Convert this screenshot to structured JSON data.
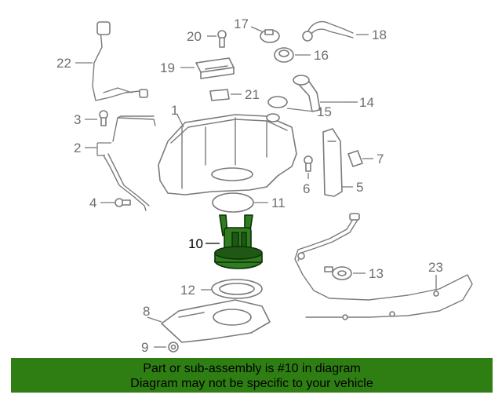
{
  "callouts": {
    "c1": "1",
    "c2": "2",
    "c3": "3",
    "c4": "4",
    "c5": "5",
    "c6": "6",
    "c7": "7",
    "c8": "8",
    "c9": "9",
    "c10": "10",
    "c11": "11",
    "c12": "12",
    "c13": "13",
    "c14": "14",
    "c15": "15",
    "c16": "16",
    "c17": "17",
    "c18": "18",
    "c19": "19",
    "c20": "20",
    "c21": "21",
    "c22": "22",
    "c23": "23"
  },
  "highlighted_part": "10",
  "colors": {
    "highlight": "#2f7d1f",
    "banner": "#2f7e13",
    "line": "#7a7a7a"
  },
  "banner": {
    "line1": "Part or sub-assembly is #10 in diagram",
    "line2": "Diagram may not be specific to your vehicle"
  }
}
